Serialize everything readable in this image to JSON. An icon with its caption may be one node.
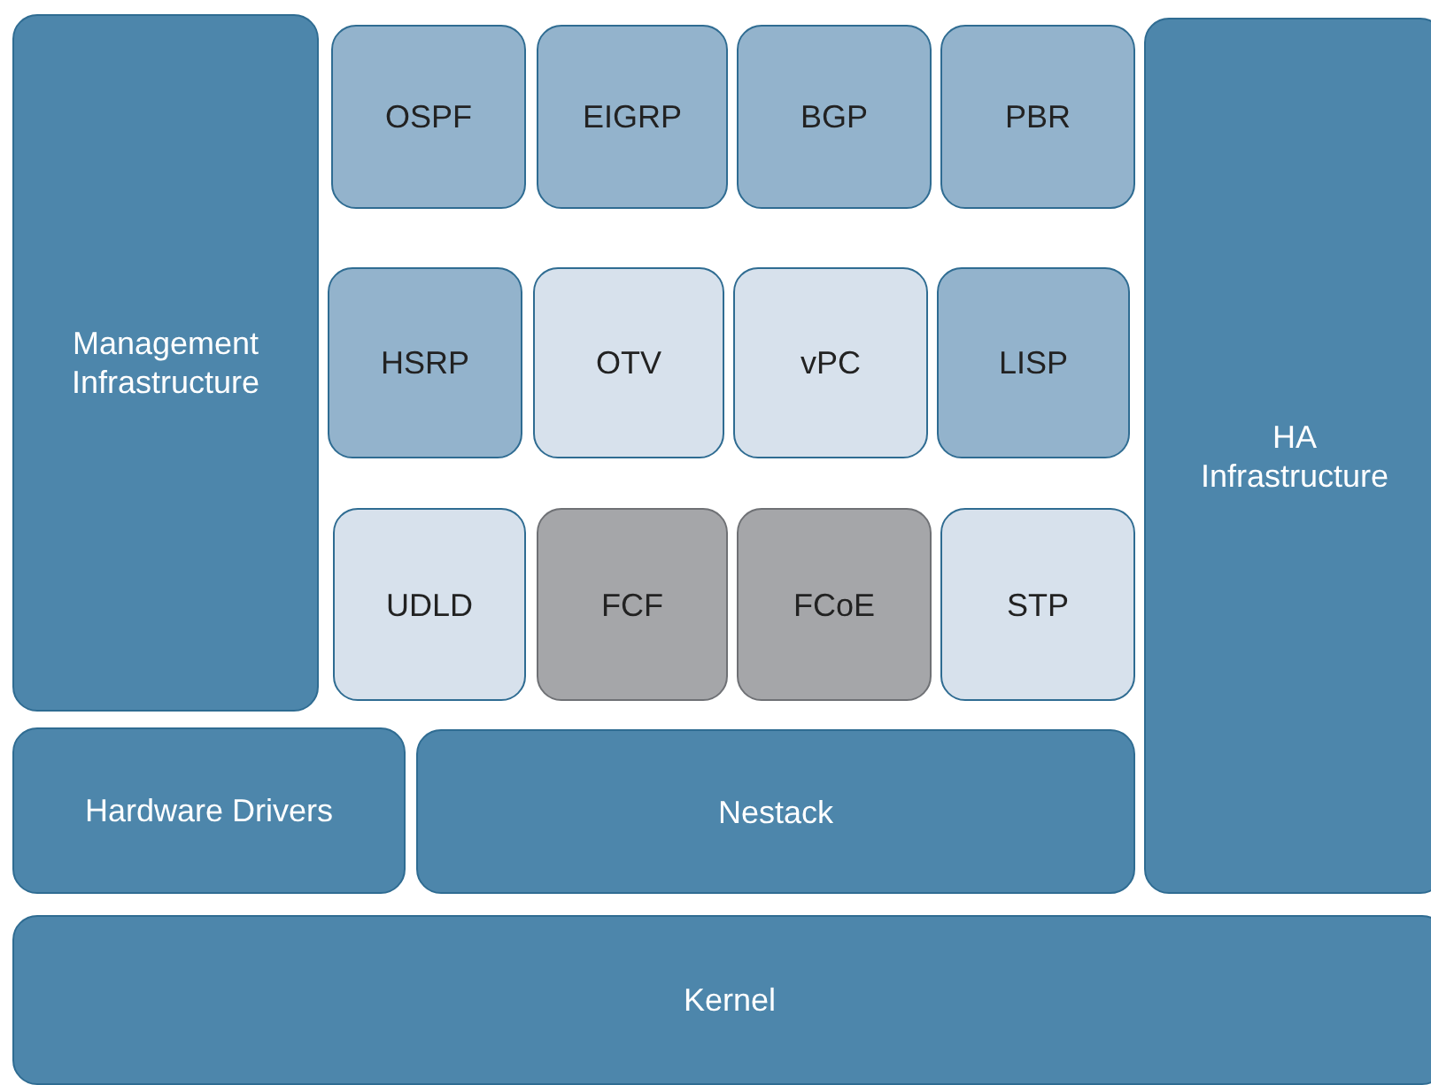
{
  "diagram": {
    "nodes": [
      {
        "text": [
          "Management Infrastructure"
        ]
      },
      {
        "text": [
          "OSPF"
        ]
      },
      {
        "text": [
          "EIGRP"
        ]
      },
      {
        "text": [
          "BGP"
        ]
      },
      {
        "text": [
          "PBR"
        ]
      },
      {
        "text": [
          "HA Infrastructure"
        ]
      },
      {
        "text": [
          "HSRP"
        ]
      },
      {
        "text": [
          "OTV"
        ]
      },
      {
        "text": [
          "vPC"
        ]
      },
      {
        "text": [
          "LISP"
        ]
      },
      {
        "text": [
          "UDLD"
        ]
      },
      {
        "text": [
          "FCF"
        ]
      },
      {
        "text": [
          "FCoE"
        ]
      },
      {
        "text": [
          "STP"
        ]
      },
      {
        "text": [
          "Hardware Drivers"
        ]
      },
      {
        "text": [
          "Nestack"
        ]
      },
      {
        "text": [
          "Kernel"
        ]
      }
    ]
  }
}
